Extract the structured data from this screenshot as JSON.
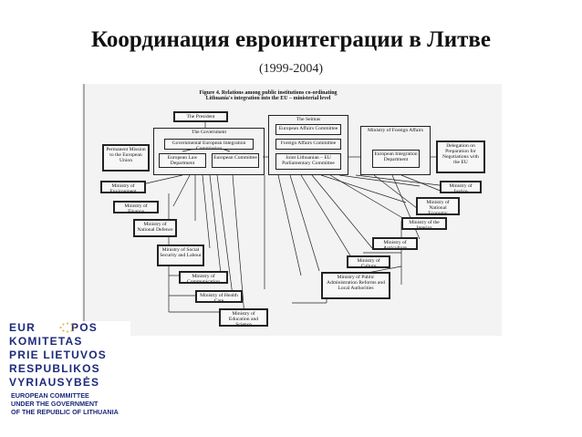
{
  "slide": {
    "title": "Координация евроинтеграции в Литве",
    "subtitle": "(1999-2004)"
  },
  "figure": {
    "caption_line1": "Figure 4. Relations among public institutions co-ordinating",
    "caption_line2": "Lithuania's integration into the EU – ministerial level",
    "president": "The President",
    "government": "The Government",
    "gov_commission": "Governmental European Integration Commission",
    "eu_law_dept": "European Law Department",
    "eu_committee": "European Committee",
    "seimas": "The Seimas",
    "seimas_eu_affairs": "European Affairs Committee",
    "seimas_foreign": "Foreign Affairs Committee",
    "seimas_joint": "Joint Lithuanian – EU Parliamentary Committee",
    "mfa": "Ministry of Foreign Affairs",
    "mfa_dept": "European Integration Department",
    "delegation": "Delegation on Preparation for Negotiations with the EU",
    "permanent_mission": "Permanent Mission to the European Union",
    "ministries_left": [
      "Ministry of Environment",
      "Ministry of Finance",
      "Ministry of National Defence",
      "Ministry of Social Security and Labour",
      "Ministry of Communication",
      "Ministry of Health Care",
      "Ministry of Education and Science"
    ],
    "ministries_right": [
      "Ministry of Justice",
      "Ministry of National Economy",
      "Ministry of the Interior",
      "Ministry of Agriculture",
      "Ministry of Culture",
      "Ministry of Public Administration Reforms and Local Authorities"
    ]
  },
  "logo": {
    "row1_left": "EUR",
    "row1_right": "POS",
    "row2": "KOMITETAS",
    "row3": "PRIE LIETUVOS",
    "row4": "RESPUBLIKOS",
    "row5": "VYRIAUSYBĖS",
    "eng1": "EUROPEAN COMMITTEE",
    "eng2": "UNDER THE GOVERNMENT",
    "eng3": "OF THE REPUBLIC OF LITHUANIA",
    "colors": {
      "brand": "#1d2a7a",
      "stars": "#d8b02a"
    }
  }
}
